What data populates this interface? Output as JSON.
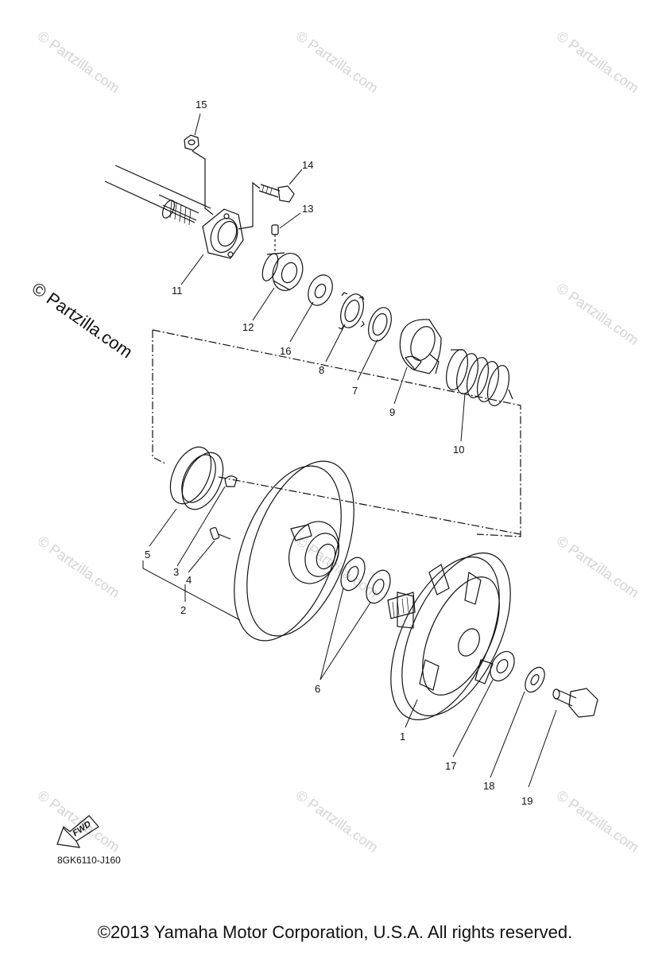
{
  "watermark_text": "© Partzilla.com",
  "watermark_small": "© Partzilla.com",
  "fwd_label": "FWD",
  "diagram_code": "8GK6110-J160",
  "copyright": "©2013 Yamaha Motor Corporation, U.S.A. All rights reserved.",
  "callouts": {
    "c1": "1",
    "c2": "2",
    "c3": "3",
    "c4": "4",
    "c5": "5",
    "c6": "6",
    "c7": "7",
    "c8": "8",
    "c9": "9",
    "c10": "10",
    "c11": "11",
    "c12": "12",
    "c13": "13",
    "c14": "14",
    "c15": "15",
    "c16": "16",
    "c17": "17",
    "c18": "18",
    "c19": "19"
  }
}
